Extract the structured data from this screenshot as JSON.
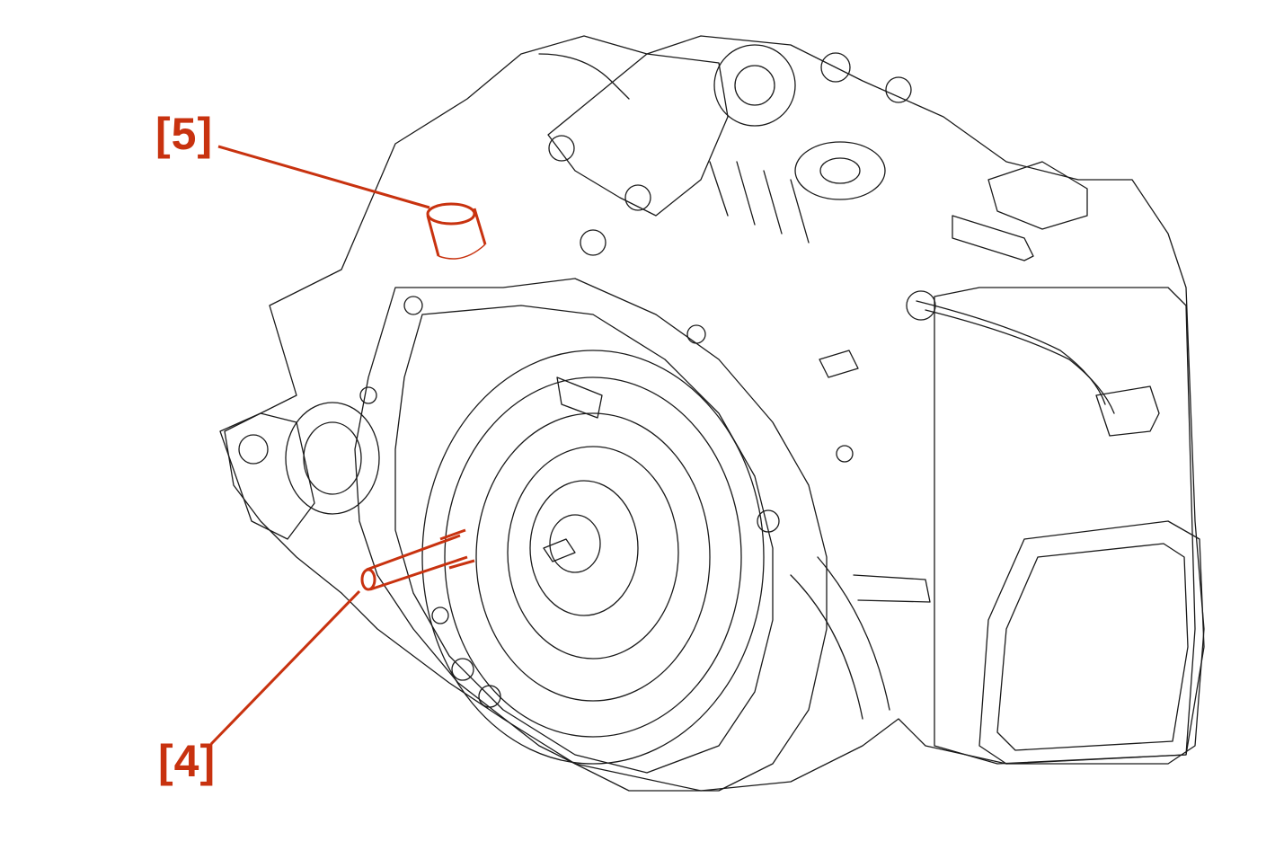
{
  "callouts": [
    {
      "id": "5",
      "label": "[5]",
      "part": "oil-filler-plug"
    },
    {
      "id": "4",
      "label": "[4]",
      "part": "dipstick-pin"
    }
  ],
  "colors": {
    "callout": "#c8320f",
    "linework": "#1a1a1a",
    "background": "#ffffff"
  }
}
